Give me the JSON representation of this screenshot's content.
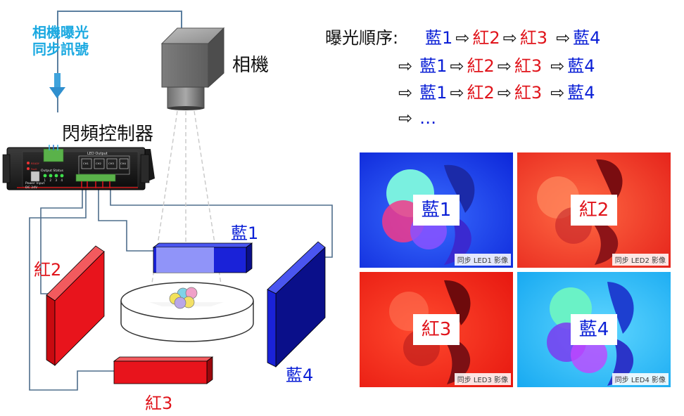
{
  "labels": {
    "sync_signal_line1": "相機曝光",
    "sync_signal_line2": "同步訊號",
    "camera": "相機",
    "controller": "閃頻控制器",
    "light_blue1": "藍1",
    "light_red2": "紅2",
    "light_red3": "紅3",
    "light_blue4": "藍4"
  },
  "controller_panel": {
    "led_output": "LED Output",
    "output_status": "Output Status",
    "power_input": "Power Input",
    "voltage": "DC 24V",
    "ready": "READY",
    "fault": "Fault",
    "channels": [
      "CH1",
      "CH2",
      "CH3",
      "CH4"
    ],
    "status_numbers": [
      "1",
      "2",
      "3",
      "4"
    ]
  },
  "sequence": {
    "title": "曝光順序:",
    "rows": [
      [
        "藍1",
        "紅2",
        "紅3",
        "藍4"
      ],
      [
        "藍1",
        "紅2",
        "紅3",
        "藍4"
      ],
      [
        "藍1",
        "紅2",
        "紅3",
        "藍4"
      ]
    ],
    "arrow": "⇨",
    "ellipsis": "…"
  },
  "panels": [
    {
      "label": "藍1",
      "caption": "同步 LED1 影像"
    },
    {
      "label": "紅2",
      "caption": "同步 LED2 影像"
    },
    {
      "label": "紅3",
      "caption": "同步 LED3 影像"
    },
    {
      "label": "藍4",
      "caption": "同步 LED4 影像"
    }
  ],
  "colors": {
    "blue_text": "#0a1fd6",
    "red_text": "#e0141b",
    "cyan_text": "#1ba9e1",
    "blue_light": "#1a22d8",
    "red_light": "#e8141c"
  }
}
